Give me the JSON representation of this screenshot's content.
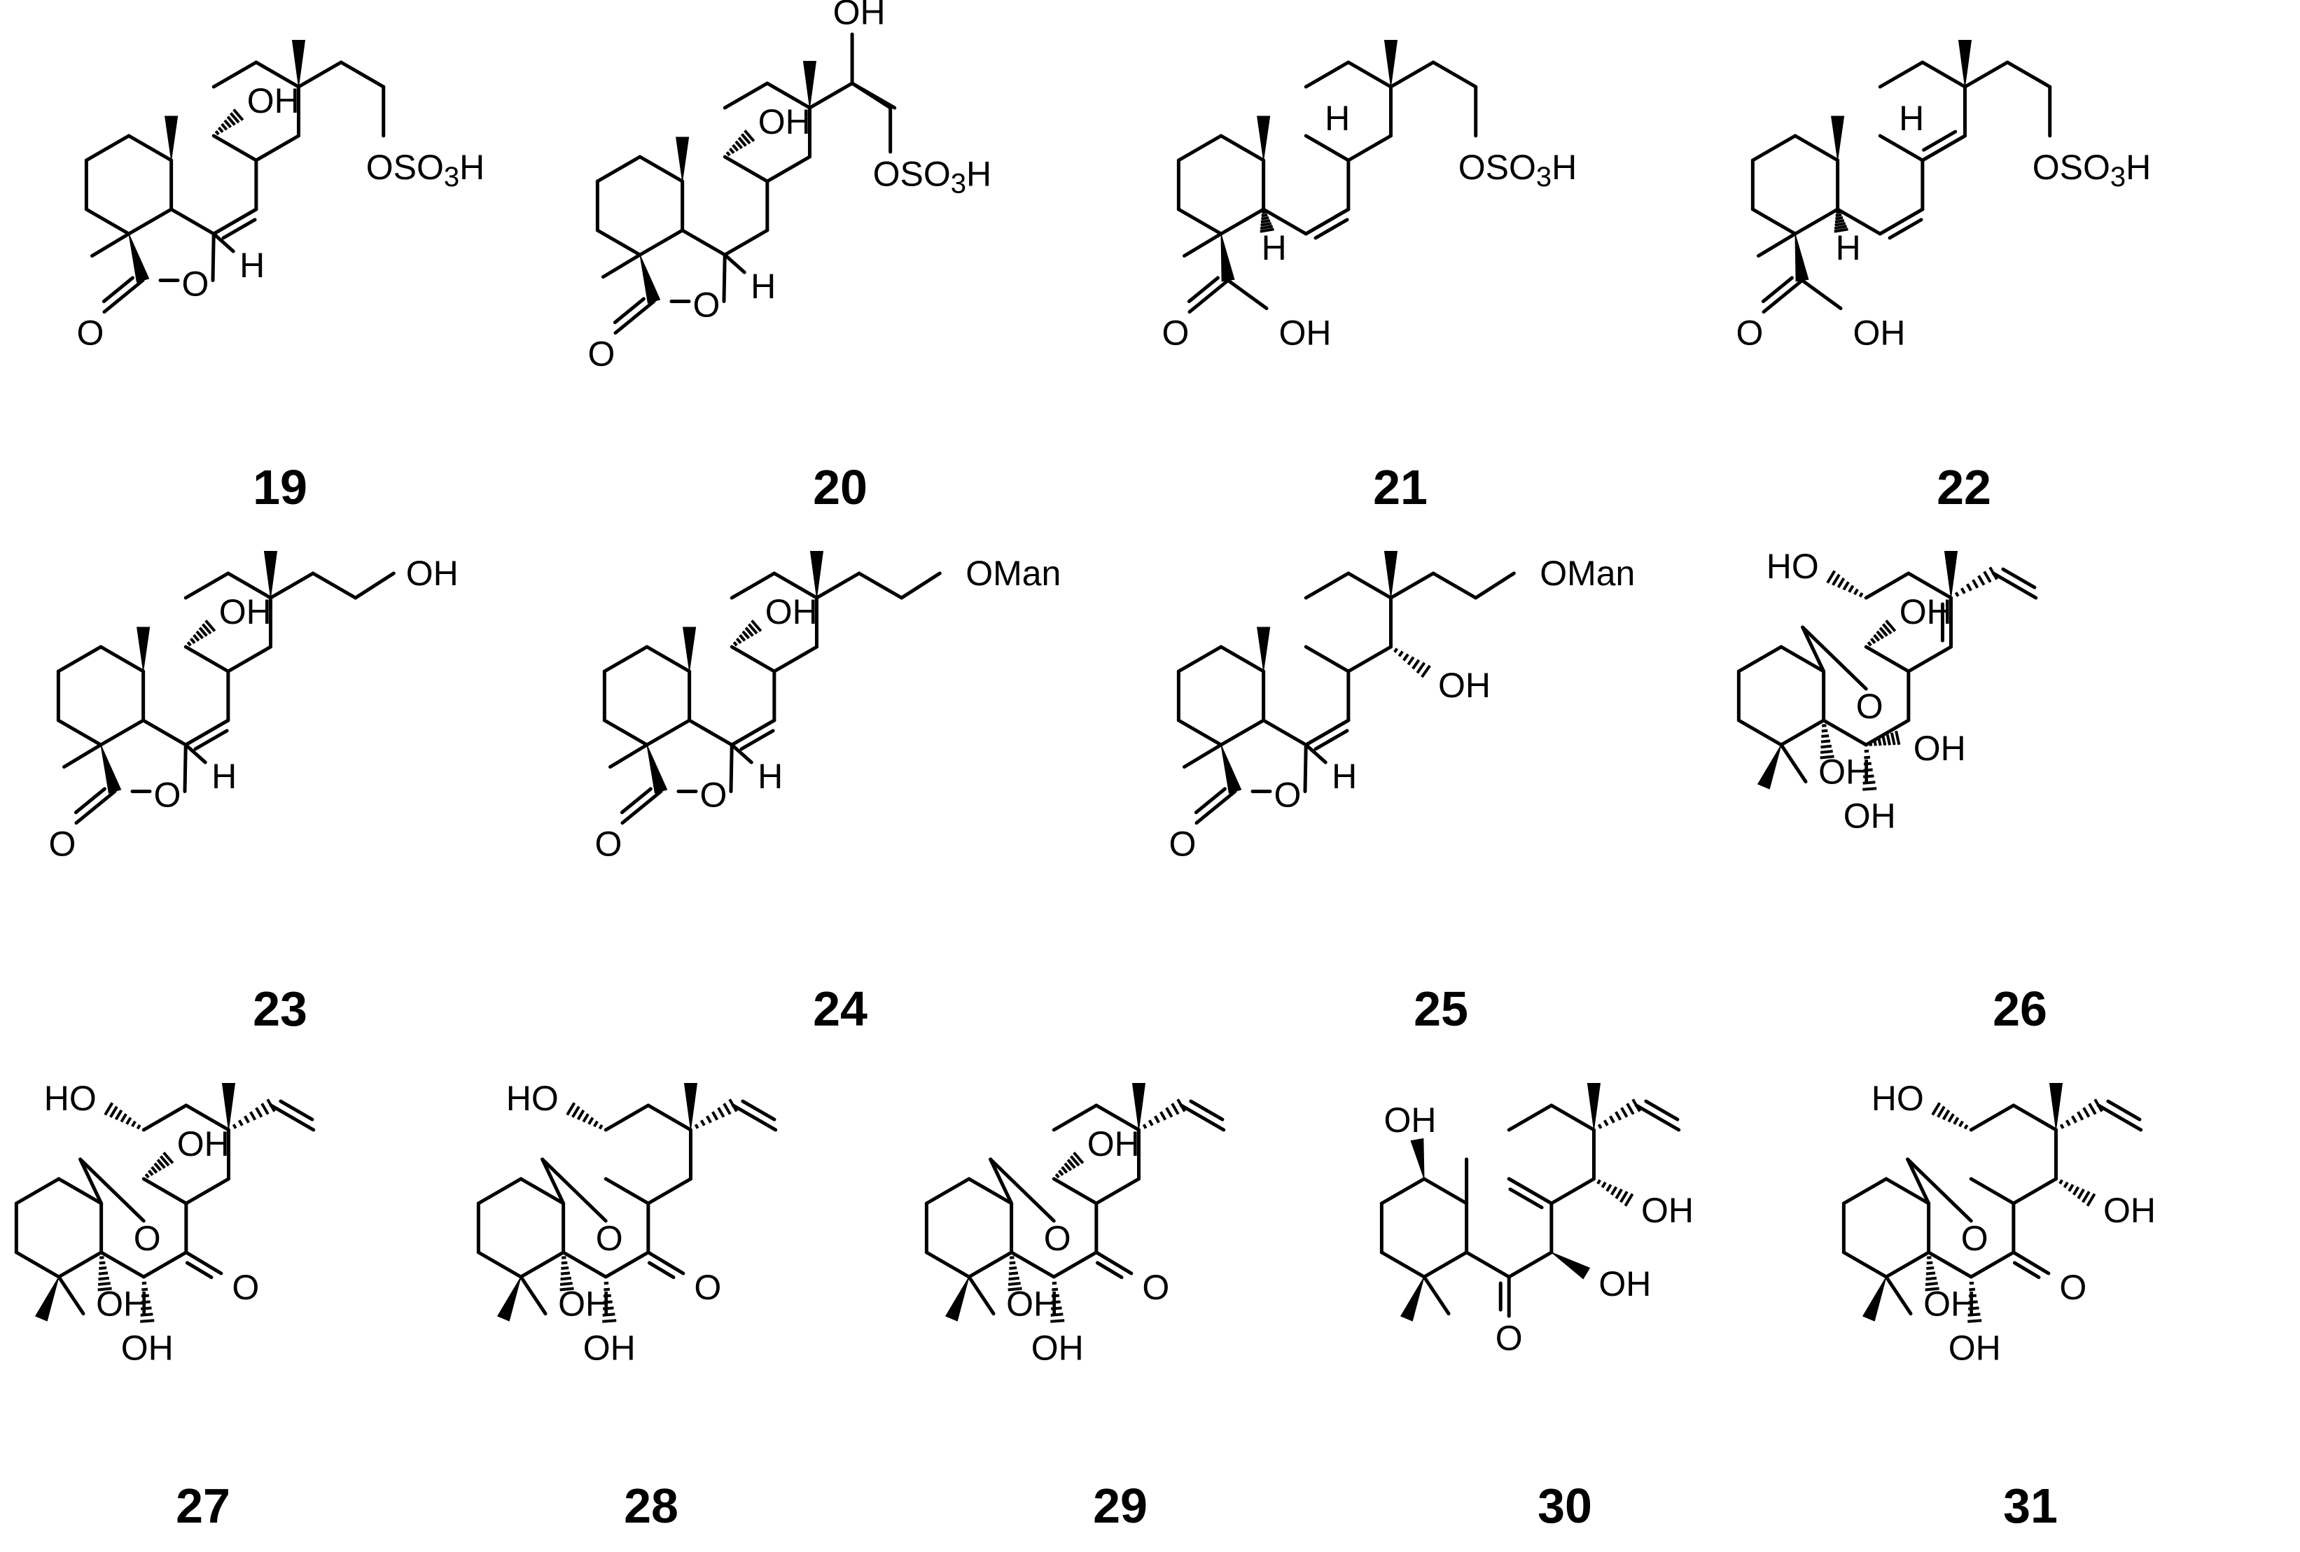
{
  "figure": {
    "compounds": [
      {
        "id": "19",
        "labels": {
          "oh": "OH",
          "h": "H",
          "o": "O",
          "carbonyl": "O",
          "tail": "OSO",
          "tail_sub": "3",
          "tail_end": "H"
        }
      },
      {
        "id": "20",
        "labels": {
          "oh": "OH",
          "h": "H",
          "o": "O",
          "carbonyl": "O",
          "oh2": "OH",
          "tail": "OSO",
          "tail_sub": "3",
          "tail_end": "H"
        }
      },
      {
        "id": "21",
        "labels": {
          "h": "H",
          "h2": "H",
          "carbonyl": "O",
          "oh": "OH",
          "tail": "OSO",
          "tail_sub": "3",
          "tail_end": "H"
        }
      },
      {
        "id": "22",
        "labels": {
          "h": "H",
          "h2": "H",
          "carbonyl": "O",
          "oh": "OH",
          "tail": "OSO",
          "tail_sub": "3",
          "tail_end": "H"
        }
      },
      {
        "id": "23",
        "labels": {
          "oh": "OH",
          "h": "H",
          "o": "O",
          "carbonyl": "O",
          "tail": "OH"
        }
      },
      {
        "id": "24",
        "labels": {
          "oh": "OH",
          "h": "H",
          "o": "O",
          "carbonyl": "O",
          "tail": "OMan"
        }
      },
      {
        "id": "25",
        "labels": {
          "oh": "OH",
          "h": "H",
          "o": "O",
          "carbonyl": "O",
          "tail": "OMan"
        }
      },
      {
        "id": "26",
        "labels": {
          "ho": "HO",
          "oh": "OH",
          "o": "O",
          "oh2": "OH",
          "oh3": "OH",
          "oh4": "OH"
        }
      },
      {
        "id": "27",
        "labels": {
          "ho": "HO",
          "oh": "OH",
          "o": "O",
          "carbonyl": "O",
          "oh3": "OH",
          "oh4": "OH"
        }
      },
      {
        "id": "28",
        "labels": {
          "ho": "HO",
          "o": "O",
          "carbonyl": "O",
          "oh3": "OH",
          "oh4": "OH"
        }
      },
      {
        "id": "29",
        "labels": {
          "oh": "OH",
          "o": "O",
          "carbonyl": "O",
          "oh3": "OH",
          "oh4": "OH"
        }
      },
      {
        "id": "30",
        "labels": {
          "oh": "OH",
          "oh2": "OH",
          "oh3": "OH",
          "carbonyl": "O"
        }
      },
      {
        "id": "31",
        "labels": {
          "ho": "HO",
          "o": "O",
          "carbonyl": "O",
          "oh2": "OH",
          "oh3": "OH",
          "oh4": "OH"
        }
      }
    ]
  }
}
